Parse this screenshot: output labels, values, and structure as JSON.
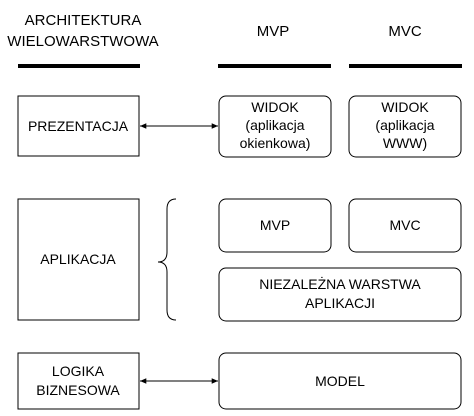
{
  "headers": {
    "col1": [
      "ARCHITEKTURA",
      "WIELOWARSTWOWA"
    ],
    "col2": "MVP",
    "col3": "MVC"
  },
  "layers": {
    "presentation": "PREZENTACJA",
    "application": "APLIKACJA",
    "business": [
      "LOGIKA",
      "BIZNESOWA"
    ]
  },
  "boxes": {
    "widok_mvp": [
      "WIDOK",
      "(aplikacja",
      "okienkowa)"
    ],
    "widok_mvc": [
      "WIDOK",
      "(aplikacja",
      "WWW)"
    ],
    "mvp": "MVP",
    "mvc": "MVC",
    "independent_layer": [
      "NIEZALEŻNA WARSTWA",
      "APLIKACJI"
    ],
    "model": "MODEL"
  }
}
